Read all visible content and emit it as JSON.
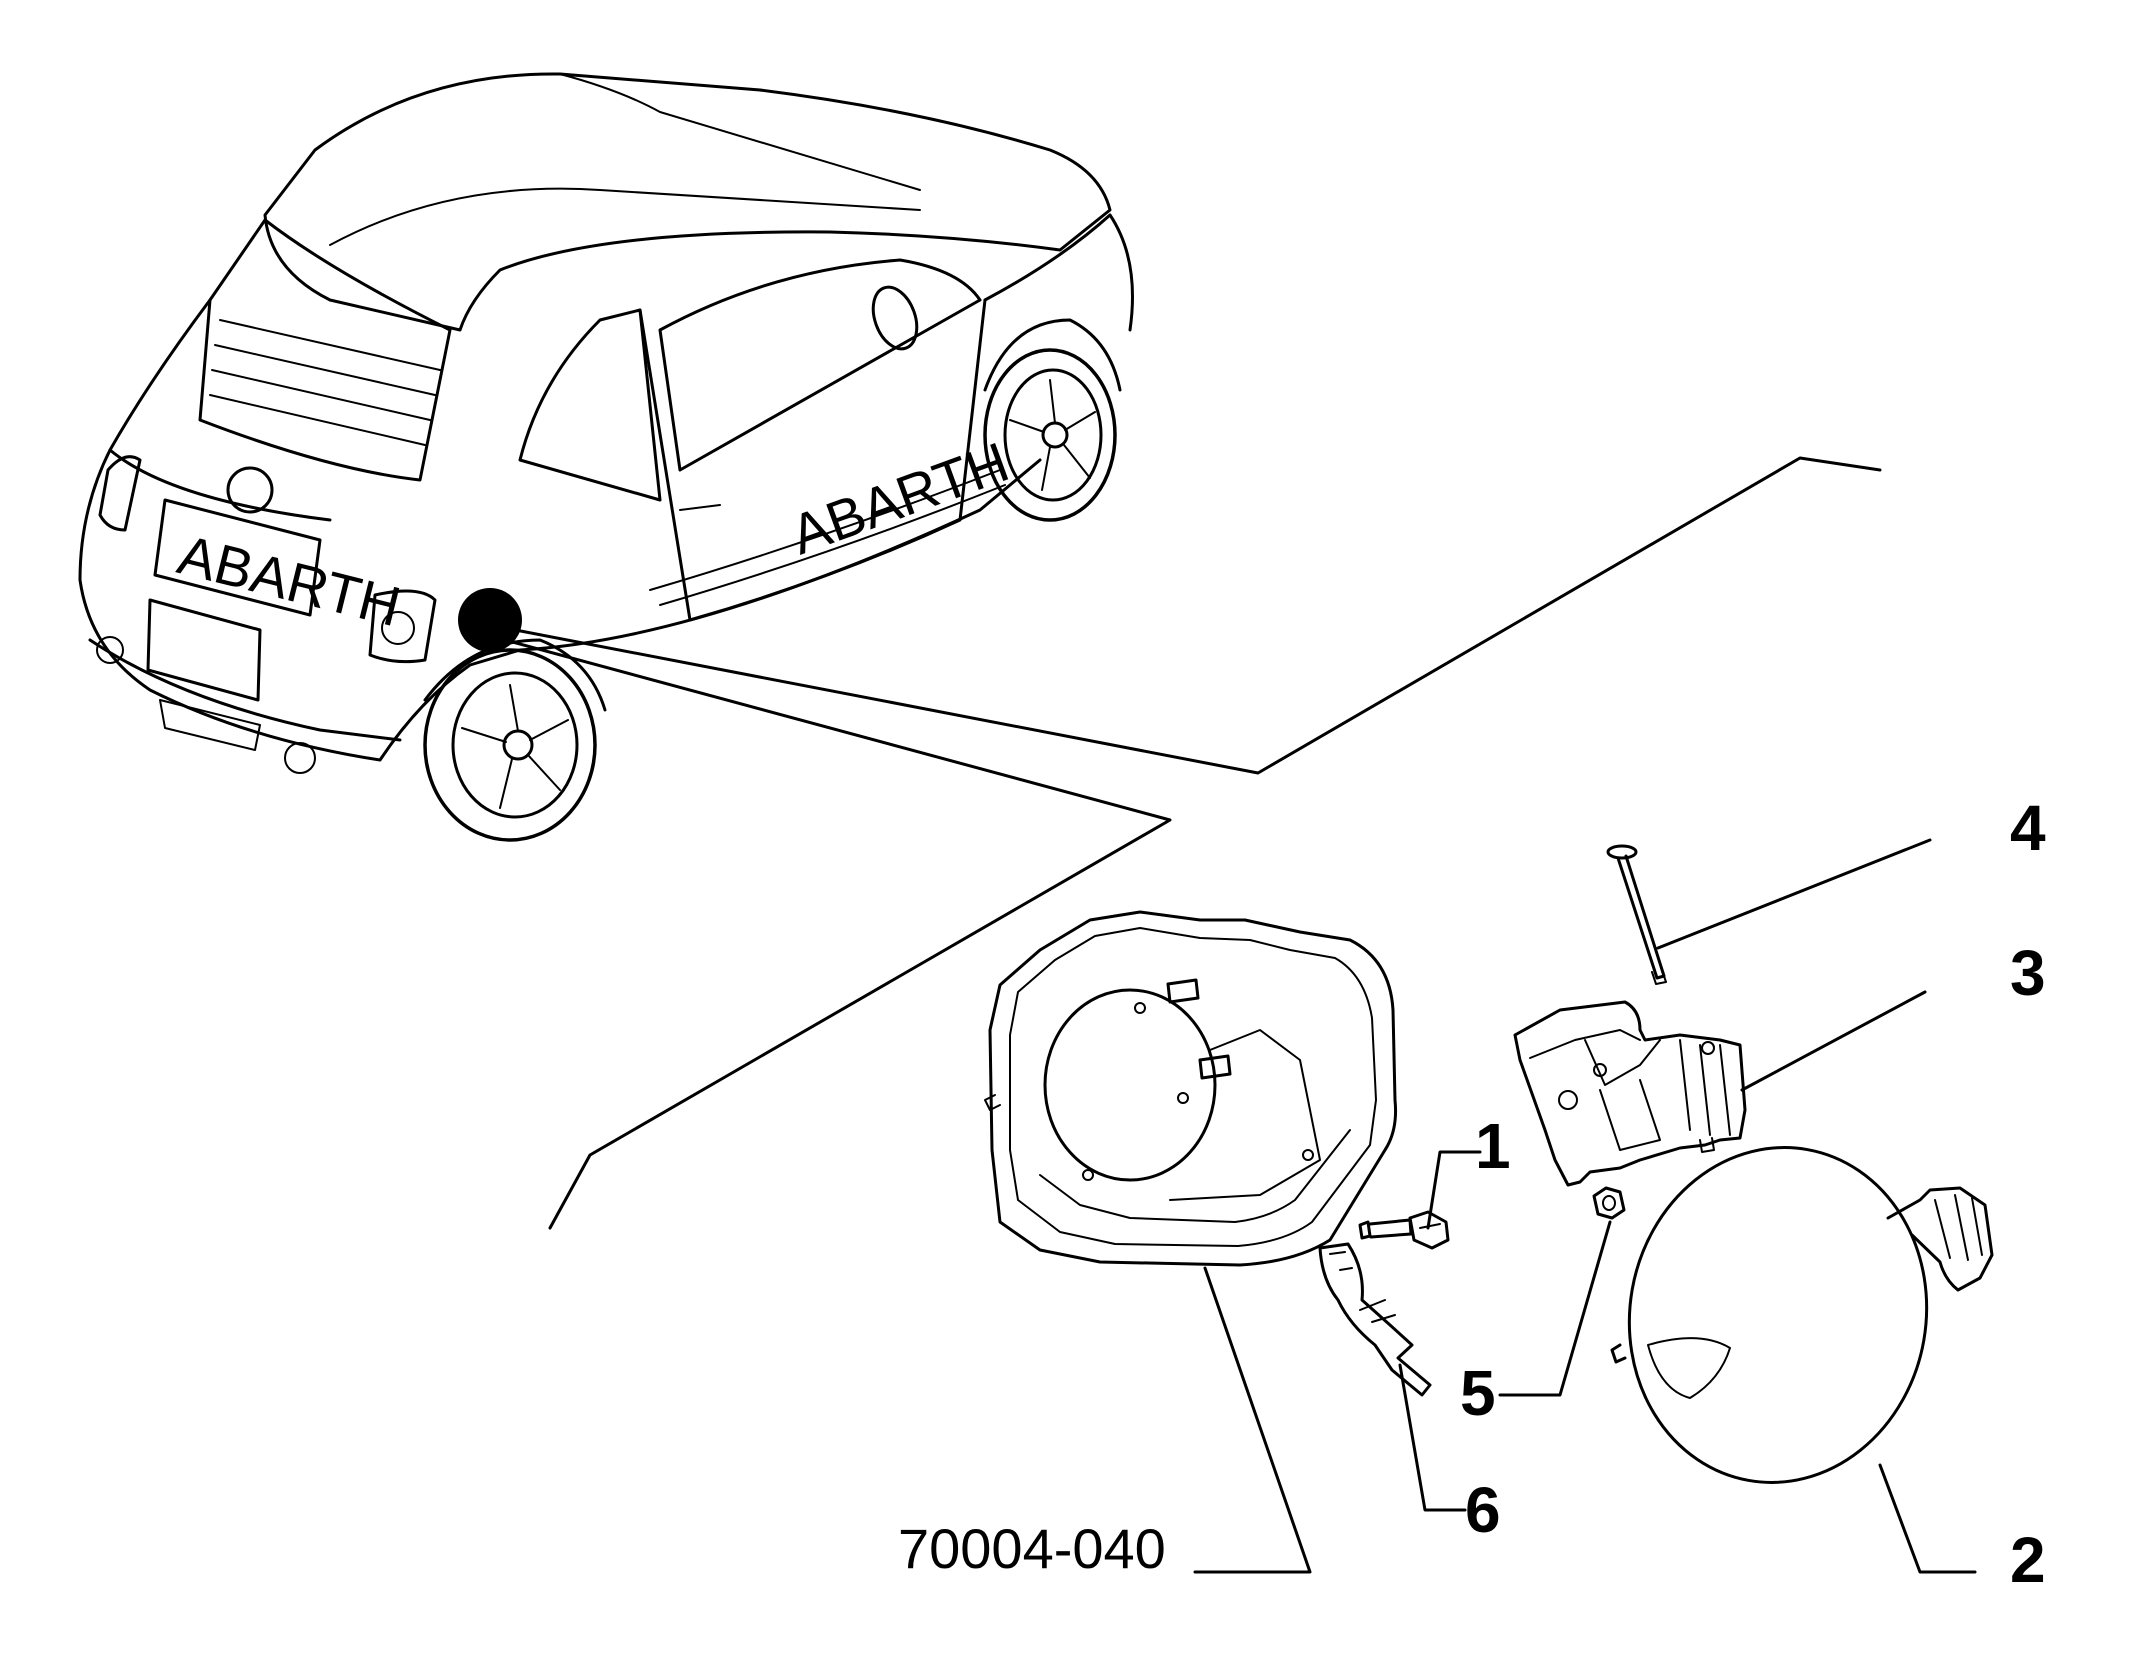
{
  "diagram": {
    "callouts": [
      "1",
      "2",
      "3",
      "4",
      "5",
      "6"
    ],
    "part_number": "70004-040",
    "badge_text": "ABARTH",
    "side_stripe_text": "ABARTH"
  }
}
